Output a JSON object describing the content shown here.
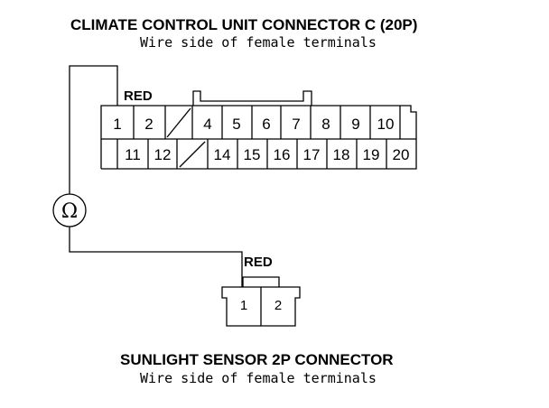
{
  "connector_c": {
    "title": "CLIMATE CONTROL UNIT CONNECTOR C (20P)",
    "subtitle": "Wire side of female terminals",
    "wire_label": "RED",
    "top_row": [
      "1",
      "2",
      "",
      "4",
      "5",
      "6",
      "7",
      "8",
      "9",
      "10"
    ],
    "bottom_row": [
      "",
      "11",
      "12",
      "",
      "14",
      "15",
      "16",
      "17",
      "18",
      "19",
      "20"
    ]
  },
  "meter": {
    "symbol": "Ω"
  },
  "sensor_connector": {
    "title": "SUNLIGHT SENSOR 2P CONNECTOR",
    "subtitle": "Wire side of female terminals",
    "wire_label": "RED",
    "pins": [
      "1",
      "2"
    ]
  }
}
